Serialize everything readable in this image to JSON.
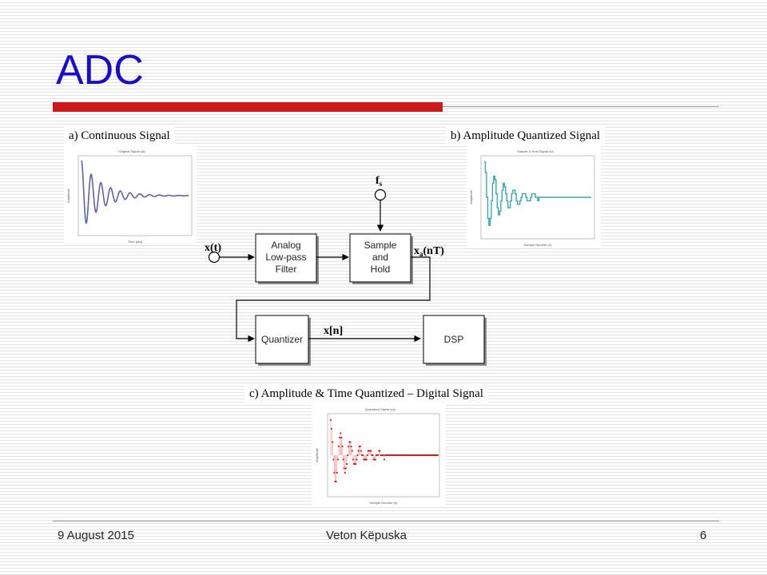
{
  "slide": {
    "title": "ADC",
    "footer": {
      "date": "9 August 2015",
      "author": "Veton Këpuska",
      "page": "6"
    }
  },
  "captions": {
    "continuous": "a) Continuous Signal",
    "amplitude_quantized": "b) Amplitude Quantized Signal",
    "digital": "c) Amplitude & Time  Quantized – Digital Signal"
  },
  "blocks": {
    "filter": [
      "Analog",
      "Low-pass",
      "Filter"
    ],
    "sample_hold": [
      "Sample",
      "and",
      "Hold"
    ],
    "quantizer": "Quantizer",
    "dsp": "DSP"
  },
  "signals": {
    "input": "x(t)",
    "sample_rate_base": "f",
    "sample_rate_sub": "s",
    "sampled_base": "x",
    "sampled_sub": "a",
    "sampled_rest": "(nT)",
    "digital": "x[n]"
  },
  "plots": {
    "continuous": {
      "title": "Original Signal x(t)",
      "xlabel": "Time [sec]",
      "ylabel": "Amplitude"
    },
    "amplitude_quantized": {
      "title": "Sample & Hold Signal x(t)",
      "xlabel": "Sample Number (n)",
      "ylabel": "Amplitude"
    },
    "digital": {
      "title": "Quantized Signal x(n)",
      "xlabel": "Sample Number (n)",
      "ylabel": "Amplitude"
    }
  },
  "colors": {
    "title": "#1a0ccf",
    "accent": "#cc1a1a",
    "continuous": "#5a63a8",
    "sampled": "#3aa9a4",
    "digital": "#d42020"
  }
}
